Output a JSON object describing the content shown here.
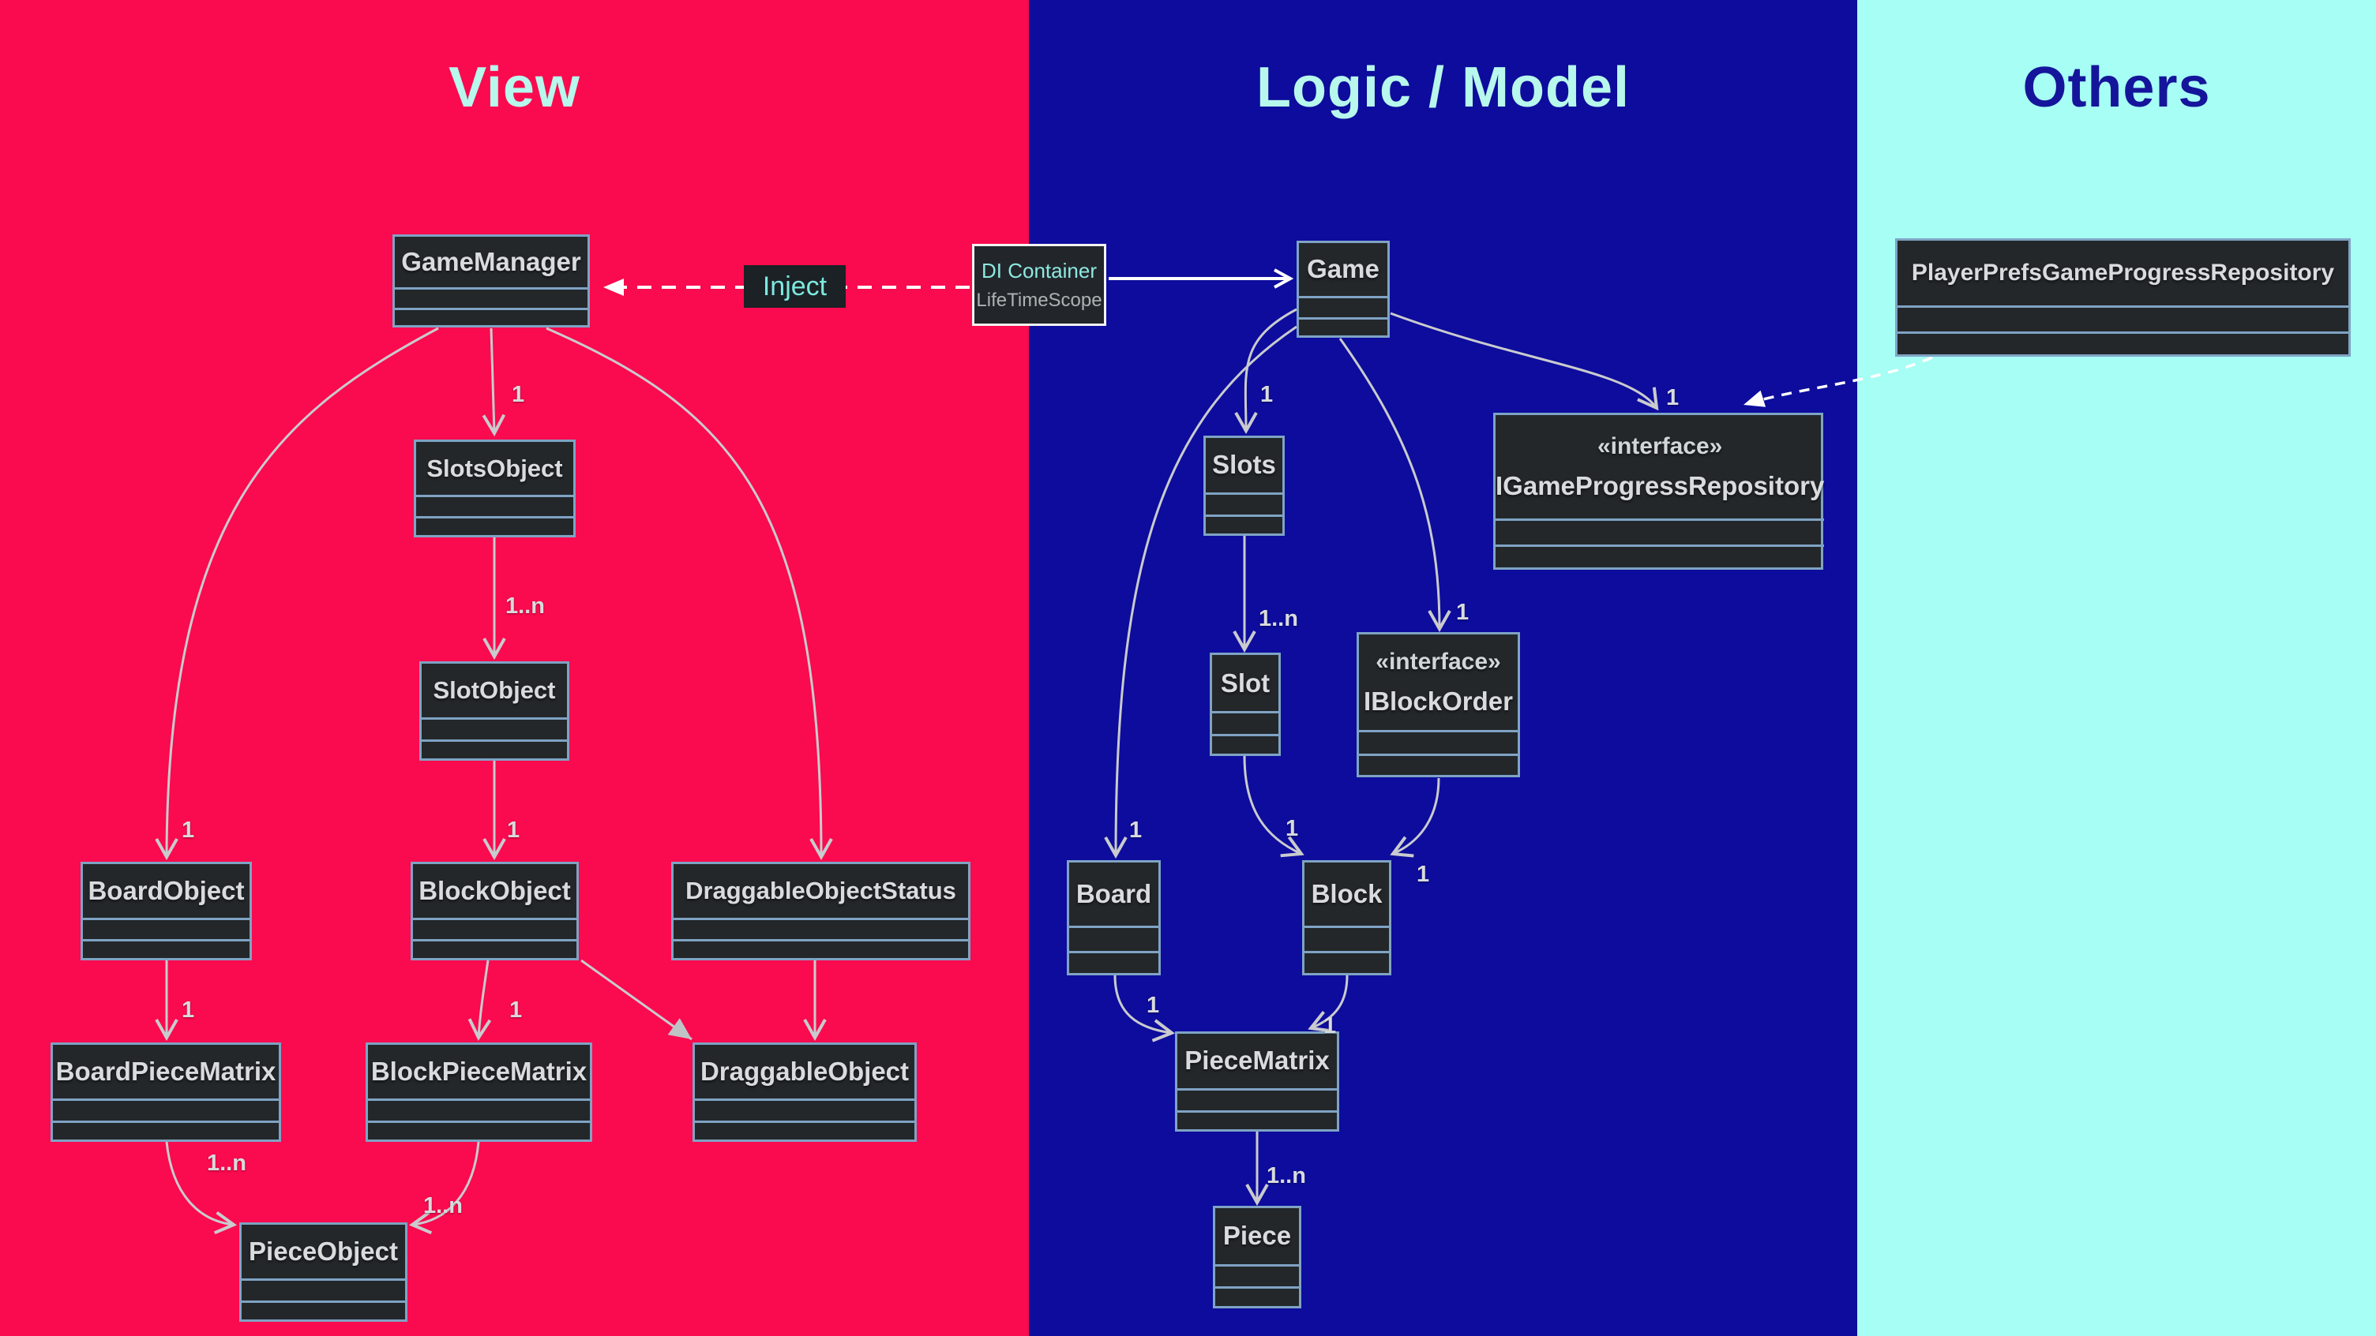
{
  "sections": {
    "view": {
      "title": "View"
    },
    "logic": {
      "title": "Logic / Model"
    },
    "others": {
      "title": "Others"
    }
  },
  "colors": {
    "view_bg": "#FA0A4E",
    "logic_bg": "#0D0C9C",
    "others_bg": "#A6FEF5",
    "node_fill": "#23272A",
    "node_border": "#7FA3C4",
    "edge_line": "#C9CBCE",
    "inject_text": "#7FE9DF",
    "section_title_cyan": "#B7F7EC",
    "section_title_navy": "#15159B"
  },
  "inject_label": "Inject",
  "di_container": {
    "title": "DI Container",
    "subtitle": "LifeTimeScope"
  },
  "interface_stereotype": "«interface»",
  "classes": {
    "gameManager": "GameManager",
    "slotsObject": "SlotsObject",
    "slotObject": "SlotObject",
    "boardObject": "BoardObject",
    "blockObject": "BlockObject",
    "draggableObjectStatus": "DraggableObjectStatus",
    "boardPieceMatrix": "BoardPieceMatrix",
    "blockPieceMatrix": "BlockPieceMatrix",
    "draggableObject": "DraggableObject",
    "pieceObject": "PieceObject",
    "game": "Game",
    "slots": "Slots",
    "slot": "Slot",
    "iBlockOrder": "IBlockOrder",
    "iGameProgressRepository": "IGameProgressRepository",
    "board": "Board",
    "block": "Block",
    "pieceMatrix": "PieceMatrix",
    "piece": "Piece",
    "playerPrefsGameProgressRepository": "PlayerPrefsGameProgressRepository"
  },
  "mult": {
    "one": "1",
    "many": "1..n"
  },
  "edges": [
    {
      "from": "GameManager",
      "to": "SlotsObject",
      "label": "1"
    },
    {
      "from": "GameManager",
      "to": "BoardObject",
      "label": "1"
    },
    {
      "from": "GameManager",
      "to": "DraggableObjectStatus",
      "label": ""
    },
    {
      "from": "SlotsObject",
      "to": "SlotObject",
      "label": "1..n"
    },
    {
      "from": "SlotObject",
      "to": "BlockObject",
      "label": "1"
    },
    {
      "from": "BoardObject",
      "to": "BoardPieceMatrix",
      "label": "1"
    },
    {
      "from": "BlockObject",
      "to": "BlockPieceMatrix",
      "label": "1"
    },
    {
      "from": "BoardPieceMatrix",
      "to": "PieceObject",
      "label": "1..n"
    },
    {
      "from": "BlockPieceMatrix",
      "to": "PieceObject",
      "label": "1..n"
    },
    {
      "from": "BlockObject",
      "to": "DraggableObject",
      "label": "",
      "style": "filled-arrow"
    },
    {
      "from": "DraggableObjectStatus",
      "to": "DraggableObject",
      "label": ""
    },
    {
      "from": "DI Container",
      "to": "GameManager",
      "label": "Inject",
      "style": "dashed"
    },
    {
      "from": "DI Container",
      "to": "Game",
      "label": ""
    },
    {
      "from": "Game",
      "to": "Slots",
      "label": "1"
    },
    {
      "from": "Game",
      "to": "Board",
      "label": "1"
    },
    {
      "from": "Game",
      "to": "IBlockOrder",
      "label": "1"
    },
    {
      "from": "Game",
      "to": "IGameProgressRepository",
      "label": "1"
    },
    {
      "from": "Slots",
      "to": "Slot",
      "label": "1..n"
    },
    {
      "from": "Slot",
      "to": "Block",
      "label": "1"
    },
    {
      "from": "IBlockOrder",
      "to": "Block",
      "label": "1"
    },
    {
      "from": "Board",
      "to": "PieceMatrix",
      "label": "1"
    },
    {
      "from": "Block",
      "to": "PieceMatrix",
      "label": "1"
    },
    {
      "from": "PieceMatrix",
      "to": "Piece",
      "label": "1..n"
    },
    {
      "from": "PlayerPrefsGameProgressRepository",
      "to": "IGameProgressRepository",
      "label": "",
      "style": "dashed"
    }
  ]
}
